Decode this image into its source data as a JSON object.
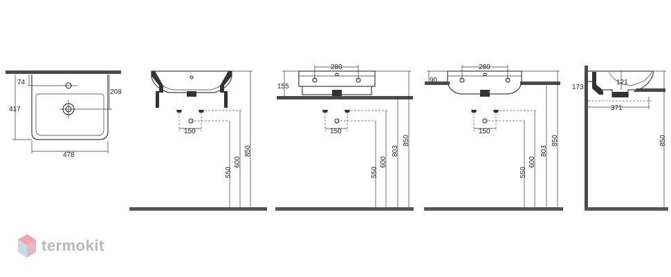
{
  "brand": {
    "name": "termokit",
    "colors": {
      "top": "#f2a6a6",
      "left": "#c8d6ee",
      "right": "#e5b8c8",
      "text": "#b9b9b9"
    }
  },
  "views": {
    "top_view": {
      "dim_74": "74",
      "dim_208": "208",
      "dim_417": "417",
      "dim_478": "478"
    },
    "front_view": {
      "dim_150": "150",
      "dim_550": "550",
      "dim_600": "600",
      "dim_850": "850"
    },
    "side_view_1": {
      "dim_280": "280",
      "dim_155": "155",
      "dim_150": "150",
      "dim_550": "550",
      "dim_600": "600",
      "dim_803": "803",
      "dim_850": "850"
    },
    "side_view_2": {
      "dim_280": "280",
      "dim_90": "90",
      "dim_150": "150",
      "dim_550": "550",
      "dim_600": "600",
      "dim_803": "803",
      "dim_850": "850"
    },
    "profile_view": {
      "dim_173": "173",
      "dim_121": "121",
      "dim_371": "371",
      "dim_850": "850"
    }
  }
}
